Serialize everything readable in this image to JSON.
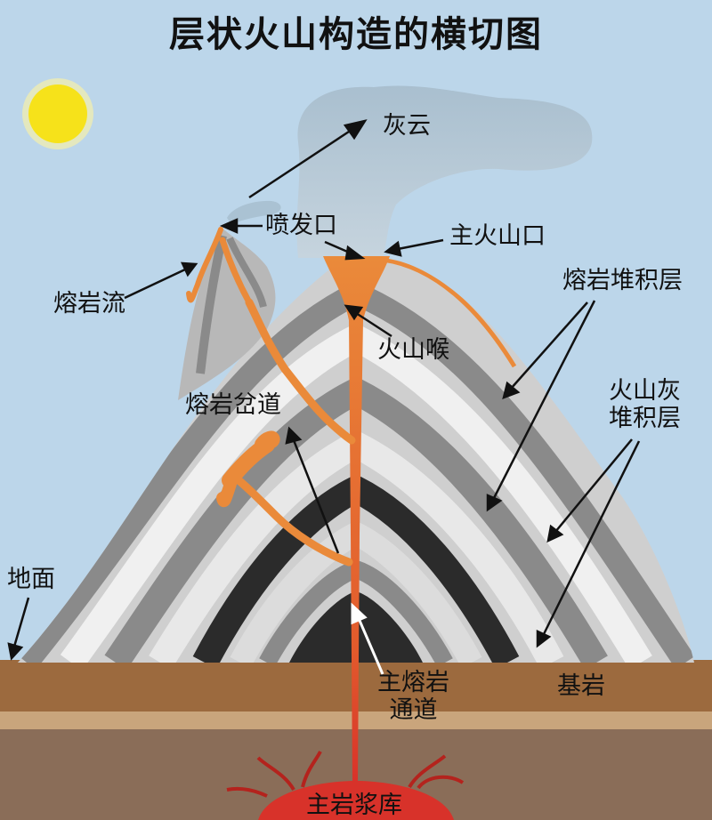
{
  "title": "层状火山构造的横切图",
  "labels": {
    "ash_cloud": "灰云",
    "vent": "喷发口",
    "main_crater": "主火山口",
    "lava_flow": "熔岩流",
    "lava_layers": "熔岩堆积层",
    "throat": "火山喉",
    "ash_layers_line1": "火山灰",
    "ash_layers_line2": "堆积层",
    "dike": "熔岩岔道",
    "ground": "地面",
    "bedrock": "基岩",
    "main_conduit_line1": "主熔岩",
    "main_conduit_line2": "通道",
    "magma_chamber": "主岩浆库"
  },
  "colors": {
    "sky": "#bcd6ea",
    "lava": "#ea8a3a",
    "magma": "#d8322a",
    "soil": "#9c6a3e",
    "sand": "#c9a57c",
    "dark_layer": "#2b2b2b",
    "gray_layer": "#8a8a8a",
    "light_layer": "#e8e8e8",
    "sun": "#f6e21a"
  },
  "icons": [
    "sun-icon",
    "arrow-icon"
  ]
}
